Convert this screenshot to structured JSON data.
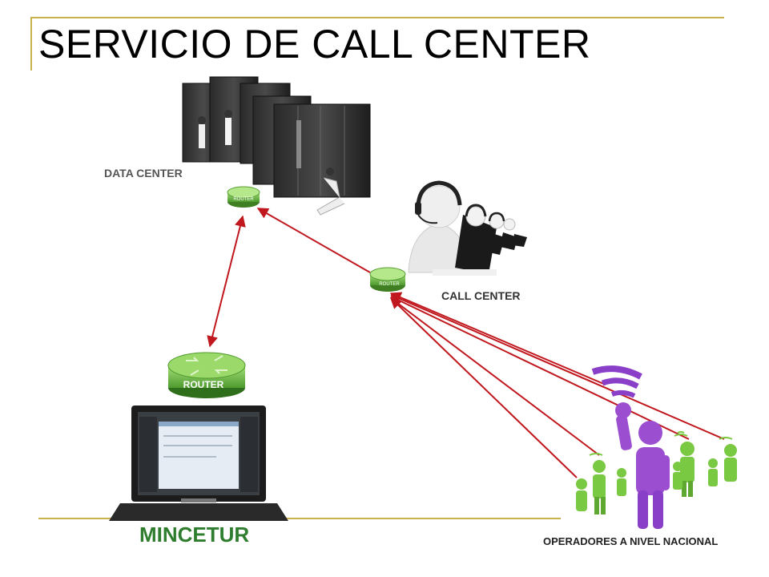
{
  "title": "SERVICIO DE CALL CENTER",
  "nodes": {
    "data_center": "DATA CENTER",
    "call_center": "CALL CENTER",
    "mincetur": "MINCETUR",
    "operadores": "OPERADORES A NIVEL NACIONAL"
  },
  "routers": {
    "data_center": "ROUTER",
    "call_center": "ROUTER",
    "mincetur": "ROUTER"
  },
  "colors": {
    "rule": "#c9b24a",
    "link": "#c0181e",
    "router_green": "#6cc04a",
    "people_green": "#7ac943",
    "people_purple": "#9b4fd0",
    "mincetur_text": "#2e7d2e"
  }
}
